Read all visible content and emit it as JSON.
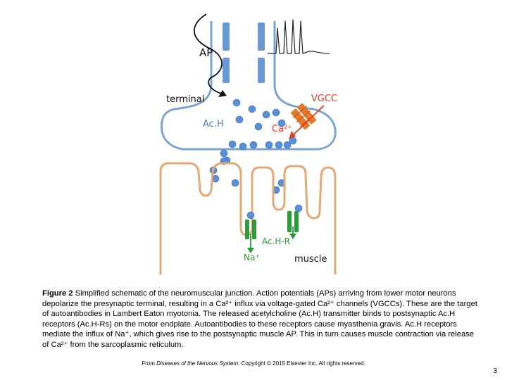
{
  "diagram": {
    "labels": {
      "ap": "AP",
      "terminal": "terminal",
      "vgcc": "VGCC",
      "ach": "Ac.H",
      "ca": "Ca²⁺",
      "achr": "Ac.H-R",
      "na": "Na⁺",
      "muscle": "muscle"
    },
    "colors": {
      "membrane": "#7fa3cf",
      "channel": "#6b98d2",
      "vesicle": "#5a8fd6",
      "muscle": "#e4a877",
      "receptor": "#2e9a3a",
      "vgcc": "#e8792e",
      "arrow_red": "#e23b25",
      "ap_trace": "#222222"
    }
  },
  "caption": {
    "figure_label": "Figure 2",
    "text": " Simplified schematic of the neuromuscular junction. Action potentials (APs) arriving from lower motor neurons depolarize the presynaptic terminal, resulting in a Ca²⁺ influx via voltage-gated Ca²⁺ channels (VGCCs). These are the target of autoantibodies in Lambert Eaton myotonia. The released acetylcholine (Ac.H) transmitter binds to postsynaptic Ac.H receptors (Ac.H-Rs) on the motor endplate. Autoantibodies to these receptors cause myasthenia gravis. Ac.H receptors mediate the influx of Na⁺, which gives rise to the postsynaptic muscle AP. This in turn causes muscle contraction via release of Ca²⁺ from the sarcoplasmic reticulum."
  },
  "credit": {
    "prefix": "From ",
    "book": "Diseases of the Nervous System",
    "suffix": ". Copyright © 2015 Elsevier Inc. All rights reserved."
  },
  "page_number": "3"
}
